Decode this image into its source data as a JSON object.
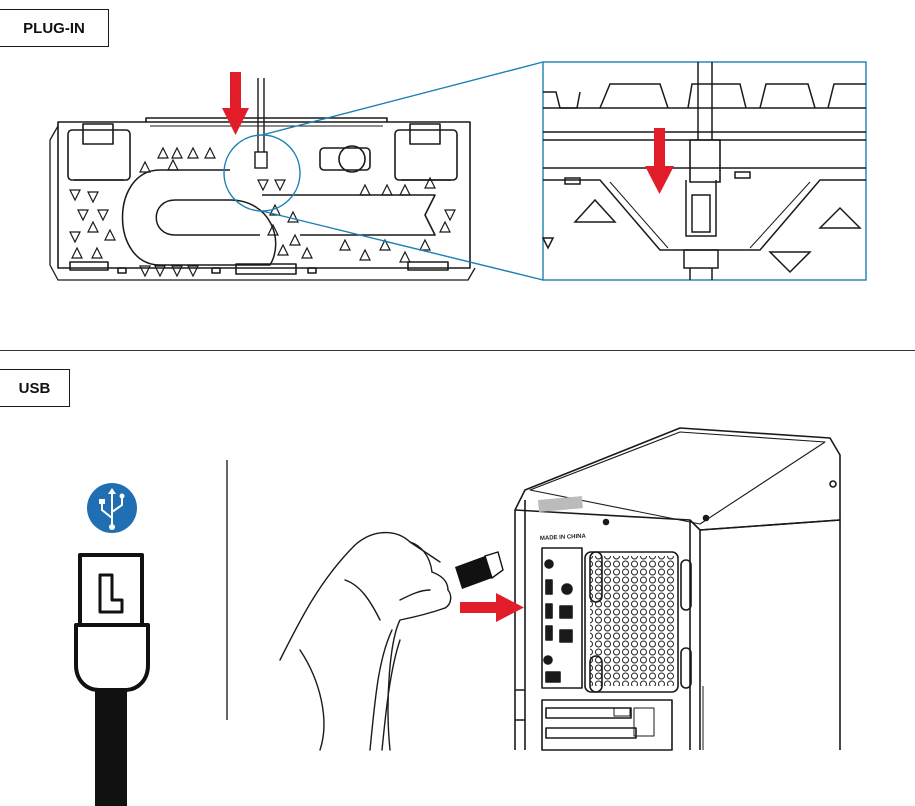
{
  "sections": {
    "plugin": {
      "label": "PLUG-IN"
    },
    "usb": {
      "label": "USB"
    }
  },
  "pc_case": {
    "sticker_text": "MADE IN CHINA"
  },
  "icons": {
    "usb_symbol": "usb-icon",
    "arrow": "red-arrow-icon"
  },
  "colors": {
    "arrow_red": "#e11d2a",
    "callout_blue": "#1b7fb3",
    "usb_badge_blue": "#1f6fb2",
    "line_dark": "#1a1a1a"
  }
}
